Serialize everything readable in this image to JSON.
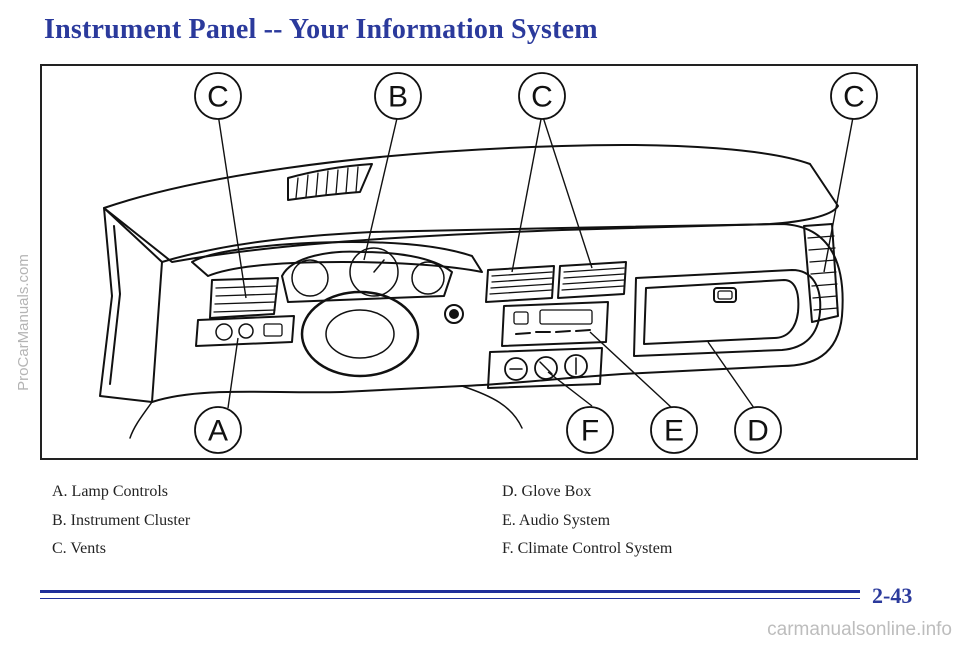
{
  "page": {
    "title": "Instrument Panel -- Your Information System",
    "number": "2-43"
  },
  "watermark": "ProCarManuals.com",
  "source_mark": "carmanualsonline.info",
  "figure": {
    "callouts": {
      "top": [
        "C",
        "B",
        "C",
        "C"
      ],
      "bottom": [
        "A",
        "F",
        "E",
        "D"
      ]
    }
  },
  "legend": {
    "left": [
      "A. Lamp Controls",
      "B. Instrument Cluster",
      "C. Vents"
    ],
    "right": [
      "D. Glove Box",
      "E. Audio System",
      "F. Climate Control System"
    ]
  }
}
